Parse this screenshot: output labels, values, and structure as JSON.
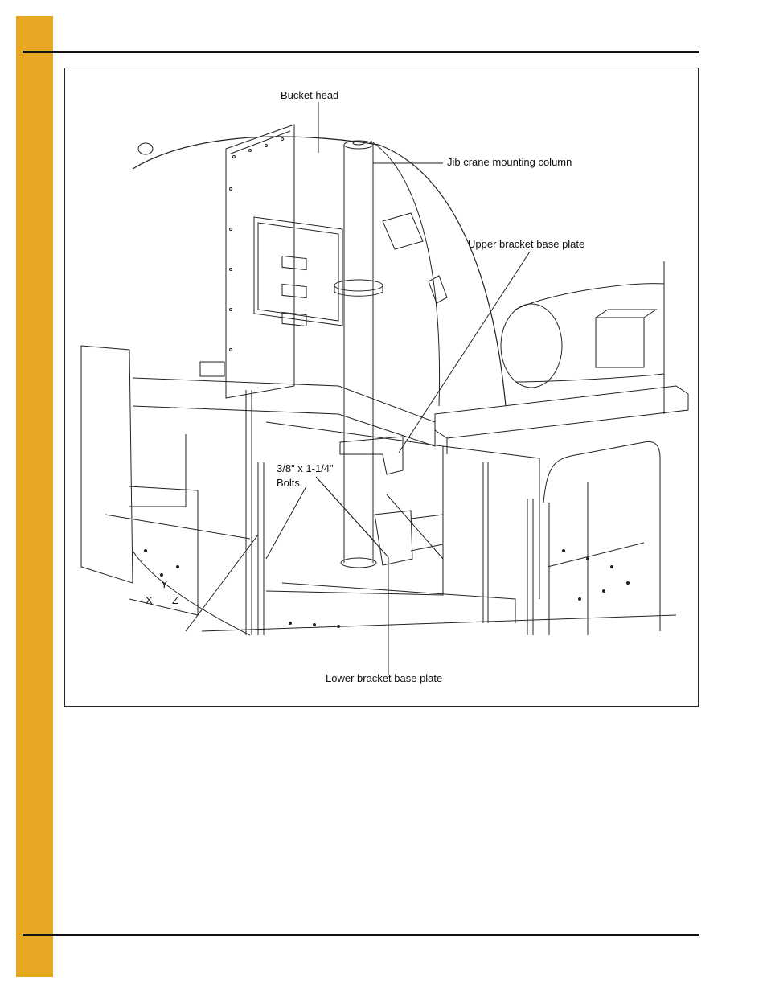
{
  "figure": {
    "labels": {
      "bucket_head": "Bucket head",
      "jib_column": "Jib crane mounting column",
      "upper_plate": "Upper bracket base plate",
      "bolts_line1": "3/8\" x 1-1/4\"",
      "bolts_line2": "Bolts",
      "lower_plate": "Lower bracket base plate"
    },
    "axes": {
      "x": "X",
      "y": "Y",
      "z": "Z"
    }
  },
  "colors": {
    "tab": "#e8a823",
    "rule": "#111111",
    "line": "#222222"
  }
}
